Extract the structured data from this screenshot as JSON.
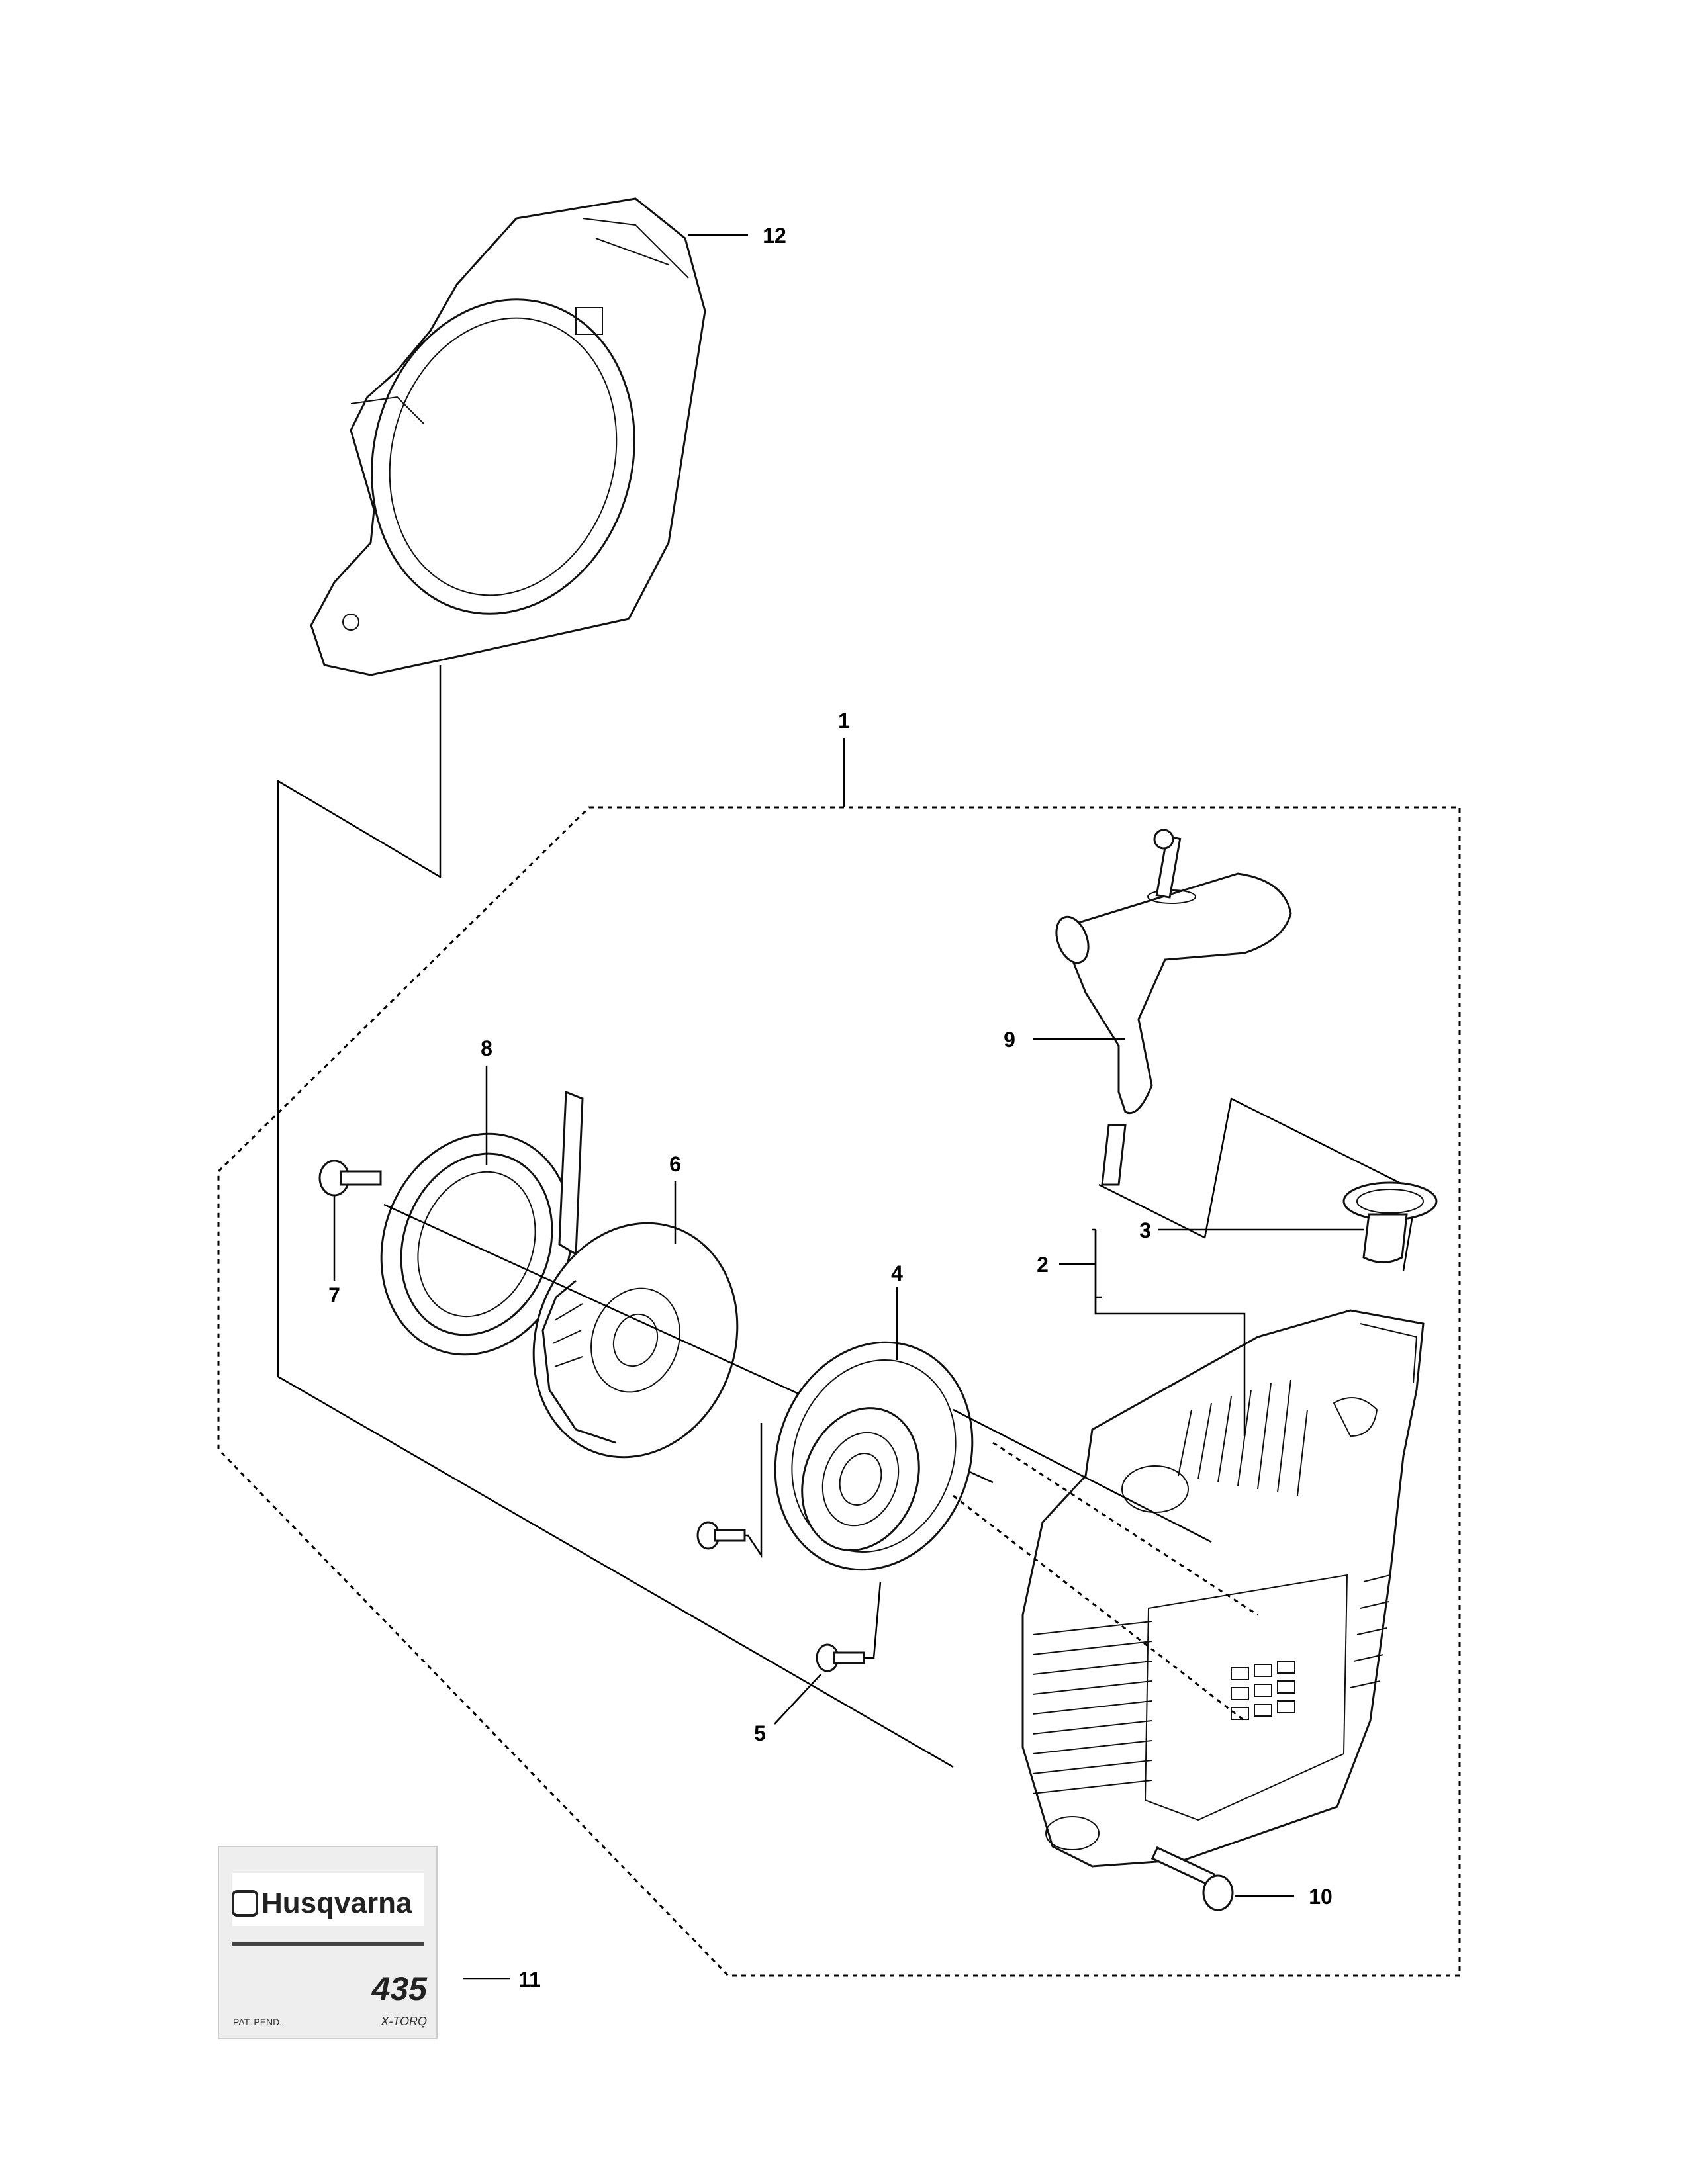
{
  "callouts": [
    {
      "id": "c1",
      "text": "1"
    },
    {
      "id": "c2",
      "text": "2"
    },
    {
      "id": "c3",
      "text": "3"
    },
    {
      "id": "c4",
      "text": "4"
    },
    {
      "id": "c5",
      "text": "5"
    },
    {
      "id": "c6",
      "text": "6"
    },
    {
      "id": "c7",
      "text": "7"
    },
    {
      "id": "c8",
      "text": "8"
    },
    {
      "id": "c9",
      "text": "9"
    },
    {
      "id": "c10",
      "text": "10"
    },
    {
      "id": "c11",
      "text": "11"
    },
    {
      "id": "c12",
      "text": "12"
    }
  ],
  "decal": {
    "brand": "Husqvarna",
    "model": "435",
    "small_left": "PAT. PEND.",
    "small_right": "X-TORQ"
  }
}
